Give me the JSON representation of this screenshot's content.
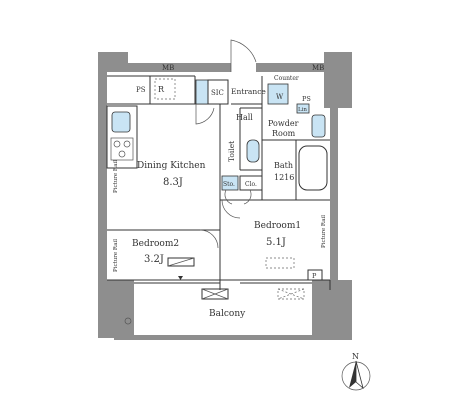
{
  "floorplan": {
    "shafts": {
      "top_left": "MB",
      "top_right": "MB"
    },
    "rooms": {
      "dining_kitchen": {
        "name": "Dining Kitchen",
        "size": "8.3J"
      },
      "bedroom1": {
        "name": "Bedroom1",
        "size": "5.1J"
      },
      "bedroom2": {
        "name": "Bedroom2",
        "size": "3.2J"
      },
      "balcony": "Balcony",
      "entrance": "Entrance",
      "hall": "Hall",
      "powder_room": {
        "line1": "Powder",
        "line2": "Room"
      },
      "toilet": "Toilet",
      "bath": {
        "name": "Bath",
        "size": "1216"
      }
    },
    "labels": {
      "sic": "SIC",
      "counter": "Counter",
      "washer": "W",
      "linen": "Lin",
      "ps_left": "PS",
      "ps_right": "PS",
      "refrigerator": "R",
      "storage": "Sto.",
      "closet": "Clo.",
      "picture_rail_left": "Picture Rail",
      "picture_rail_bed2": "Picture Rail",
      "picture_rail_bed1": "Picture Rail",
      "pipe": "P"
    },
    "compass": "N"
  }
}
